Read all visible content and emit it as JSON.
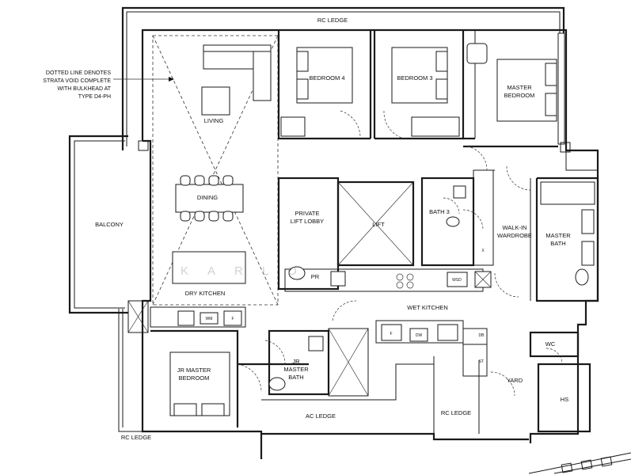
{
  "note": [
    "DOTTED LINE DENOTES",
    "STRATA VOID COMPLETE",
    "WITH BULKHEAD AT",
    "TYPE D4-PH"
  ],
  "rooms": {
    "rc_ledge_top": "RC LEDGE",
    "bedroom_4": "BEDROOM 4",
    "bedroom_3": "BEDROOM 3",
    "master_bedroom": [
      "MASTER",
      "BEDROOM"
    ],
    "living": "LIVING",
    "dining": "DINING",
    "balcony": "BALCONY",
    "private_lift_lobby": [
      "PRIVATE",
      "LIFT LOBBY"
    ],
    "lift": "LIFT",
    "bath_3": "BATH 3",
    "walk_in_wardrobe": [
      "WALK-IN",
      "WARDROBE"
    ],
    "master_bath": [
      "MASTER",
      "BATH"
    ],
    "pr": "PR",
    "dry_kitchen": "DRY KITCHEN",
    "wet_kitchen": "WET KITCHEN",
    "jr_master_bedroom": [
      "JR MASTER",
      "BEDROOM"
    ],
    "jr_master_bath": [
      "JR",
      "MASTER",
      "BATH"
    ],
    "ac_ledge": "AC LEDGE",
    "rc_ledge_bottom_right": "RC LEDGE",
    "rc_ledge_bottom_left": "RC LEDGE",
    "yard": "YARD",
    "wc": "WC",
    "hs": "HS"
  },
  "appliances": {
    "wm": "WM",
    "fridge": "F",
    "wsd": "WSD",
    "fridge_wet": "F",
    "dw": "DW",
    "db": "DB",
    "st": "ST",
    "bath3_fridge": "X"
  },
  "watermark": "KARLO"
}
